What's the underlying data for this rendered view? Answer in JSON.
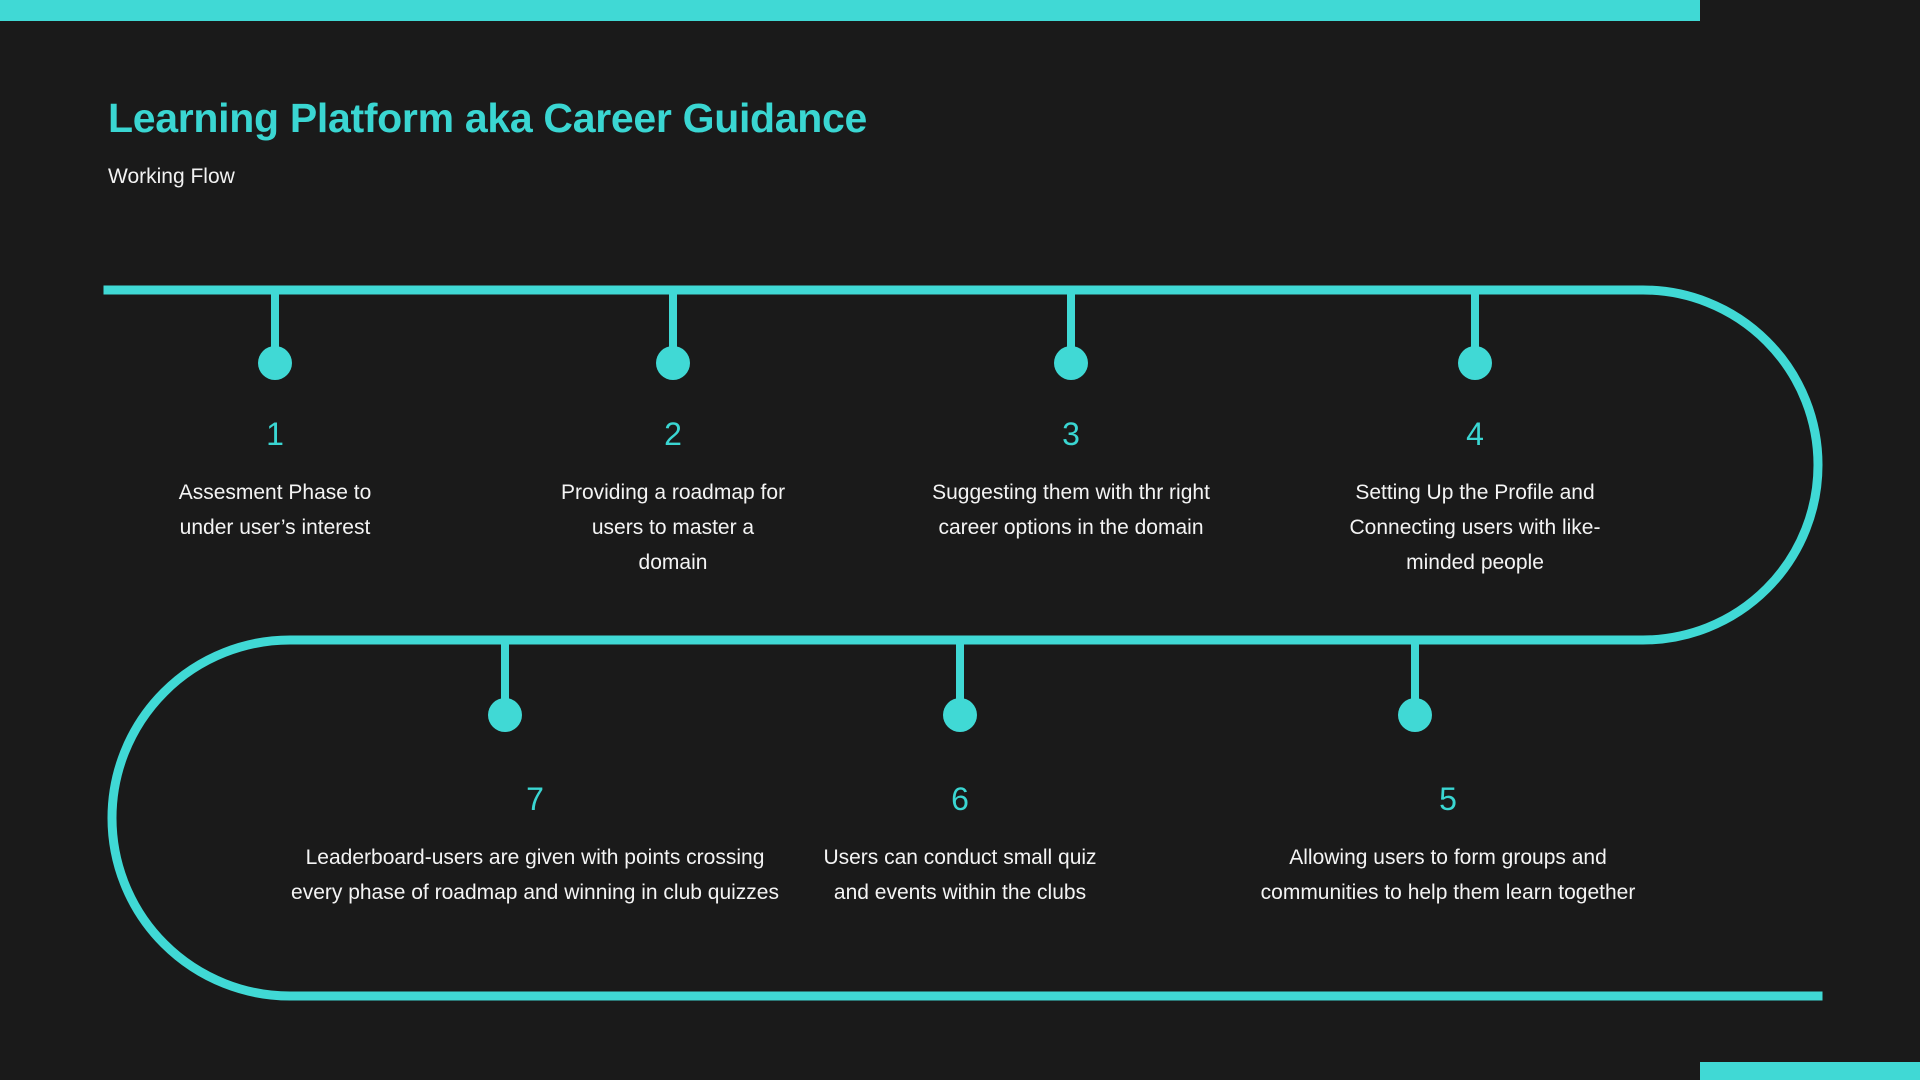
{
  "theme": {
    "background": "#1a1a1a",
    "accent": "#40d9d5",
    "accent_text": "#3ad6d2",
    "body_text": "#f4f4f4"
  },
  "header": {
    "title": "Learning Platform aka Career Guidance",
    "subtitle": "Working Flow"
  },
  "decor": {
    "top_bar_label": "top-accent-bar",
    "bottom_bar_label": "bottom-right-accent-bar"
  },
  "flow": {
    "top_row": [
      {
        "number": "1",
        "text": "Assesment Phase to under user’s interest"
      },
      {
        "number": "2",
        "text": "Providing a roadmap for users to master a domain"
      },
      {
        "number": "3",
        "text": "Suggesting them with thr right career options in the domain"
      },
      {
        "number": "4",
        "text": "Setting Up the Profile and Connecting users with like-minded people"
      }
    ],
    "bottom_row": [
      {
        "number": "7",
        "text": "Leaderboard-users are given with points crossing every phase of roadmap and winning in club quizzes"
      },
      {
        "number": "6",
        "text": "Users can conduct small quiz and events within the clubs"
      },
      {
        "number": "5",
        "text": "Allowing users to form groups and communities to help them learn together"
      }
    ]
  }
}
